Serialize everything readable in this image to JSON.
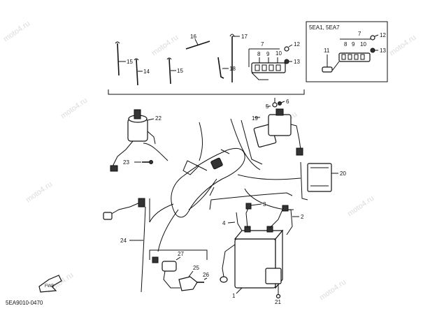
{
  "watermark": "moto4.ru",
  "inset_title": "5EA1, 5EA7",
  "drawing_code": "5EA9010-0470",
  "front_arrow_label": "FWD",
  "callouts": {
    "c1": "1",
    "c2": "2",
    "c3": "3",
    "c4": "4",
    "c5": "5",
    "c6": "6",
    "c7": "7",
    "c8": "8",
    "c9": "9",
    "c10": "10",
    "c12": "12",
    "c13": "13",
    "c14": "14",
    "c15a": "15",
    "c15b": "15",
    "c16": "16",
    "c17": "17",
    "c18": "18",
    "c19": "19",
    "c20": "20",
    "c21": "21",
    "c22": "22",
    "c23": "23",
    "c24": "24",
    "c25": "25",
    "c26": "26",
    "c27": "27",
    "i7": "7",
    "i8": "8",
    "i9": "9",
    "i10": "10",
    "i11": "11",
    "i12": "12",
    "i13": "13"
  }
}
